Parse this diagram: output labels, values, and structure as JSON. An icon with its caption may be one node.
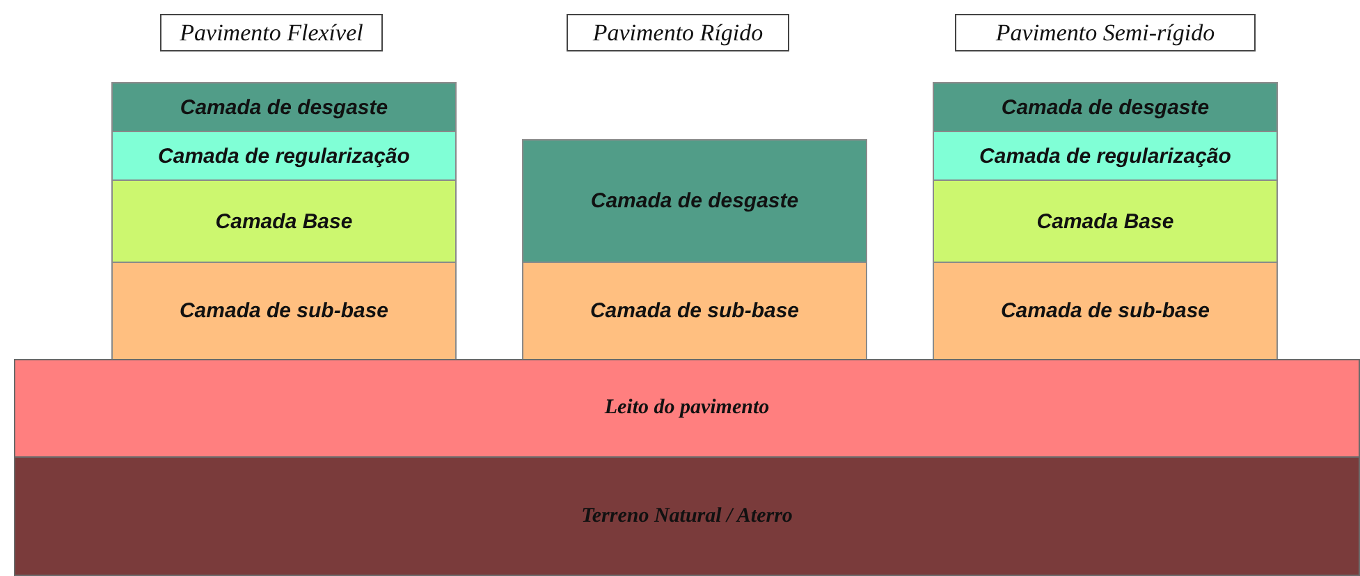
{
  "diagram": {
    "nodes": [
      {
        "text": [
          "Pavimento Flexível"
        ]
      },
      {
        "text": [
          "Pavimento Rígido"
        ]
      },
      {
        "text": [
          "Pavimento Semi-rígido"
        ]
      },
      {
        "text": [
          "Camada de desgaste"
        ]
      },
      {
        "text": [
          "Camada de regularização"
        ]
      },
      {
        "text": [
          "Camada Base"
        ]
      },
      {
        "text": [
          "Camada de sub-base"
        ]
      },
      {
        "text": [
          "Camada de desgaste"
        ]
      },
      {
        "text": [
          "Camada de sub-base"
        ]
      },
      {
        "text": [
          "Camada de desgaste"
        ]
      },
      {
        "text": [
          "Camada de regularização"
        ]
      },
      {
        "text": [
          "Camada Base"
        ]
      },
      {
        "text": [
          "Camada de sub-base"
        ]
      },
      {
        "text": [
          "Leito do pavimento"
        ]
      },
      {
        "text": [
          "Terreno Natural / Aterro"
        ]
      }
    ]
  }
}
